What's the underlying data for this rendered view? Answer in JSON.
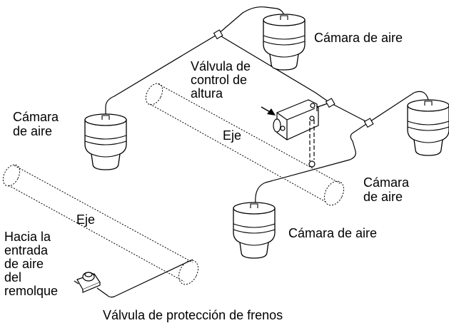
{
  "labels": {
    "chamber_top_right": "Cámara de aire",
    "valve": "Válvula de\ncontrol de\naltura",
    "chamber_left": "Cámara\nde aire",
    "axle_rear": "Eje",
    "chamber_right": "Cámara\nde aire",
    "axle_front": "Eje",
    "chamber_bottom": "Cámara de aire",
    "trailer_inlet": "Hacia la\nentrada\nde aire\ndel\nremolque",
    "brake_valve": "Válvula de protección de frenos"
  },
  "colors": {
    "line": "#000000",
    "background": "#ffffff",
    "fill": "#ffffff"
  }
}
